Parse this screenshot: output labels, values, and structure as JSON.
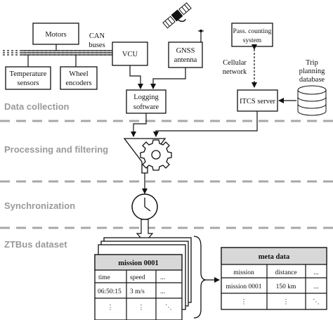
{
  "boxes": {
    "motors": "Motors",
    "can_buses": [
      "CAN",
      "buses"
    ],
    "vcu": "VCU",
    "gnss": [
      "GNSS",
      "antenna"
    ],
    "temperature": [
      "Temperature",
      "sensors"
    ],
    "wheel": [
      "Wheel",
      "encoders"
    ],
    "logging": [
      "Logging",
      "software"
    ],
    "pass_counting": [
      "Pass. counting",
      "system"
    ],
    "cellular": [
      "Cellular",
      "network"
    ],
    "trip_planning": [
      "Trip",
      "planning",
      "database"
    ],
    "itcs": "ITCS server"
  },
  "stages": {
    "collection": "Data collection",
    "processing": "Processing and filtering",
    "sync": "Synchronization",
    "dataset": "ZTBus dataset"
  },
  "mission_table": {
    "title": "mission 0001",
    "headers": [
      "time",
      "speed",
      "..."
    ],
    "row": [
      "06:50:15",
      "3 m/s",
      "..."
    ],
    "ellipsis": [
      "⋮",
      "⋮",
      "⋱"
    ]
  },
  "meta_table": {
    "title": "meta data",
    "headers": [
      "mission",
      "distance",
      "..."
    ],
    "row": [
      "mission 0001",
      "150 km",
      "..."
    ],
    "ellipsis": [
      "⋮",
      "⋮",
      "⋱"
    ]
  },
  "icons": [
    "satellite-icon",
    "gear-icon",
    "clock-icon",
    "database-icon",
    "antenna-icon",
    "funnel-icon"
  ]
}
